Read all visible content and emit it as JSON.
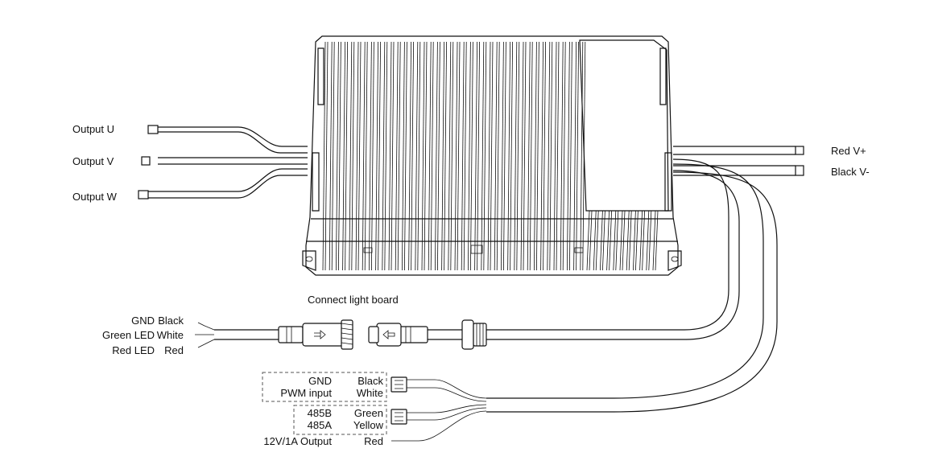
{
  "outputs": {
    "u": "Output U",
    "v": "Output V",
    "w": "Output W"
  },
  "power": {
    "pos": "Red V+",
    "neg": "Black V-"
  },
  "light_board": {
    "title": "Connect light board",
    "signals": [
      "GND",
      "Green LED",
      "Red LED"
    ],
    "colors": [
      "Black",
      "White",
      "Red"
    ]
  },
  "pwm": {
    "signals": [
      "GND",
      "PWM input"
    ],
    "colors": [
      "Black",
      "White"
    ]
  },
  "rs485": {
    "signals": [
      "485B",
      "485A"
    ],
    "colors": [
      "Green",
      "Yellow"
    ]
  },
  "aux": {
    "signal": "12V/1A Output",
    "color": "Red"
  },
  "palette": {
    "line": "#111111",
    "background": "#ffffff"
  }
}
